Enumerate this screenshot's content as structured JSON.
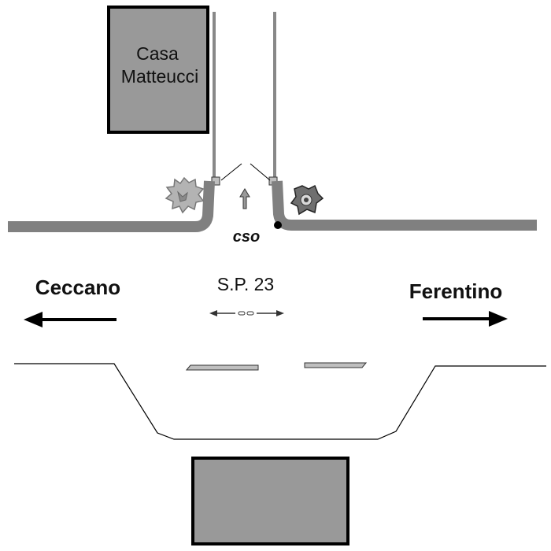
{
  "labels": {
    "building": [
      "Casa",
      "Matteucci"
    ],
    "cso": "cso",
    "road": "S.P. 23",
    "left_destination": "Ceccano",
    "right_destination": "Ferentino"
  },
  "colors": {
    "building_fill": "#999999",
    "outline": "#000000",
    "road_edge": "#808080",
    "background": "#ffffff",
    "pole": "#888888",
    "bush": "#9a9a9a"
  },
  "icons": {
    "arrow_left": "arrow-left-icon",
    "arrow_right": "arrow-right-icon",
    "entrance_arrow": "arrow-up-icon",
    "two_way": "two-way-arrow-icon",
    "cso_marker": "dot-icon",
    "bush_left": "bush-icon",
    "bush_right": "flower-bush-icon"
  }
}
